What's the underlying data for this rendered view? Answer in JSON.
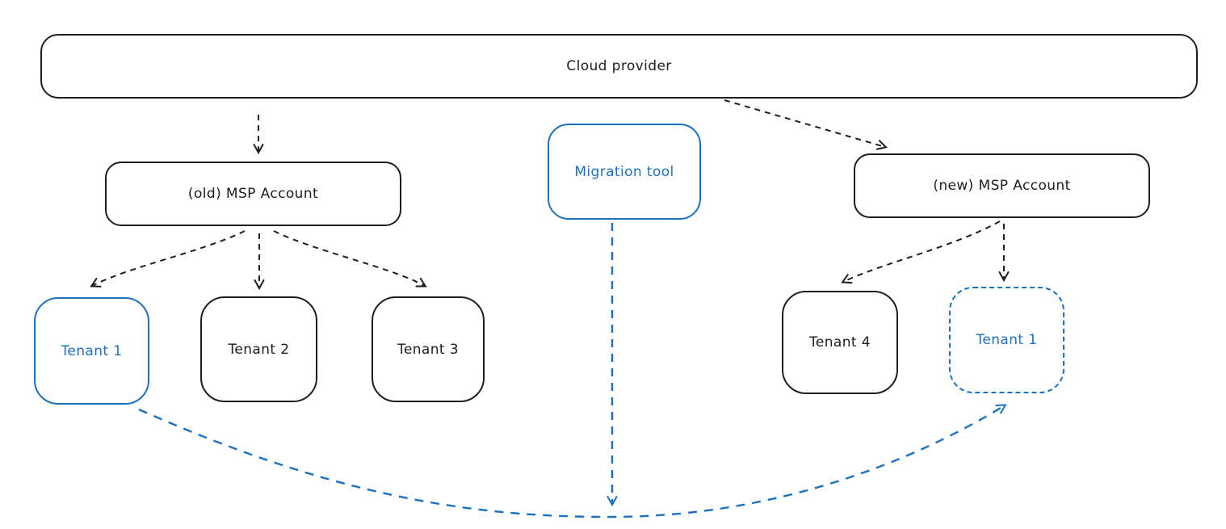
{
  "diagram": {
    "background": "#ffffff",
    "stroke_color": "#1e1e1e",
    "accent_color": "#1971c2",
    "nodes": {
      "cloud_provider": {
        "label": "Cloud provider",
        "style": "black-solid-rounded"
      },
      "old_msp": {
        "label": "(old) MSP Account",
        "style": "black-solid-rounded"
      },
      "migration_tool": {
        "label": "Migration tool",
        "style": "blue-solid-rounded"
      },
      "new_msp": {
        "label": "(new) MSP Account",
        "style": "black-solid-rounded"
      },
      "tenant1_old": {
        "label": "Tenant 1",
        "style": "blue-solid-rounded"
      },
      "tenant2": {
        "label": "Tenant 2",
        "style": "black-solid-rounded"
      },
      "tenant3": {
        "label": "Tenant 3",
        "style": "black-solid-rounded"
      },
      "tenant4": {
        "label": "Tenant 4",
        "style": "black-solid-rounded"
      },
      "tenant1_new": {
        "label": "Tenant 1",
        "style": "blue-dashed-rounded"
      }
    },
    "edges": [
      {
        "from": "cloud_provider",
        "to": "old_msp",
        "line": "dashed",
        "arrow": "end",
        "color": "#1e1e1e"
      },
      {
        "from": "cloud_provider",
        "to": "new_msp",
        "line": "dashed",
        "arrow": "end",
        "color": "#1e1e1e"
      },
      {
        "from": "old_msp",
        "to": "tenant1_old",
        "line": "dashed",
        "arrow": "end",
        "color": "#1e1e1e"
      },
      {
        "from": "old_msp",
        "to": "tenant2",
        "line": "dashed",
        "arrow": "end",
        "color": "#1e1e1e"
      },
      {
        "from": "old_msp",
        "to": "tenant3",
        "line": "dashed",
        "arrow": "end",
        "color": "#1e1e1e"
      },
      {
        "from": "new_msp",
        "to": "tenant4",
        "line": "dashed",
        "arrow": "end",
        "color": "#1e1e1e"
      },
      {
        "from": "new_msp",
        "to": "tenant1_new",
        "line": "dashed",
        "arrow": "end",
        "color": "#1e1e1e"
      },
      {
        "from": "migration_tool",
        "to": "bottom_center_point",
        "line": "dashed",
        "arrow": "end",
        "color": "#1971c2"
      },
      {
        "from": "tenant1_old",
        "to": "tenant1_new",
        "line": "dashed-curve",
        "arrow": "end",
        "color": "#1971c2"
      }
    ]
  }
}
